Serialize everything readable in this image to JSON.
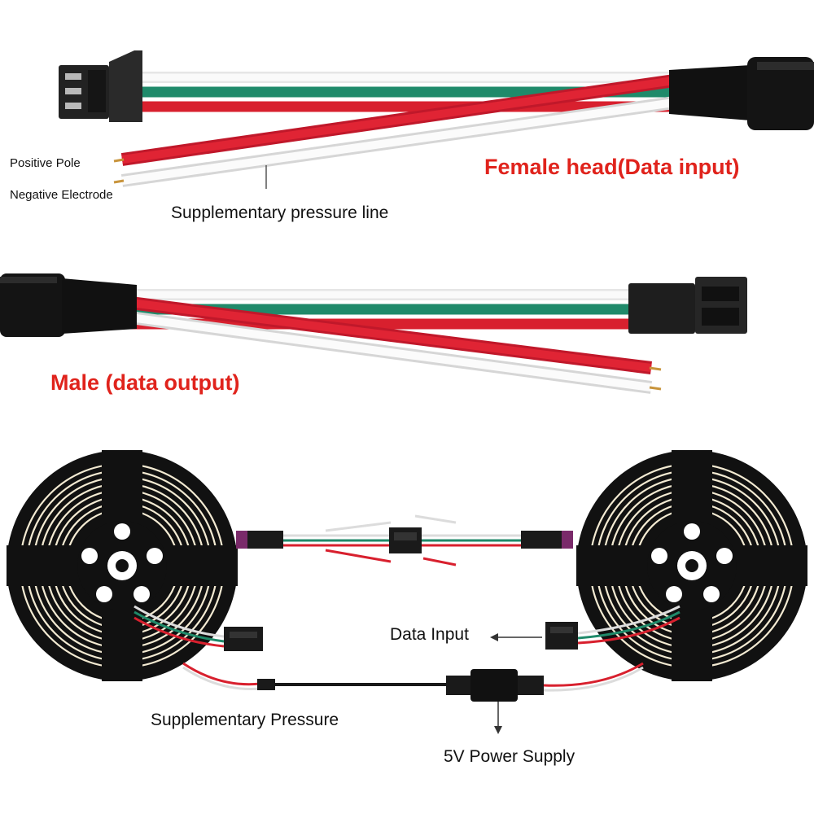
{
  "colors": {
    "wire_white": "#f2f2f2",
    "wire_green": "#1f8a6a",
    "wire_red": "#d8202e",
    "connector": "#1a1a1a",
    "label_red": "#e0231c",
    "reel_led": "#f3ead2"
  },
  "labels": {
    "positive_pole": "Positive Pole",
    "negative_electrode": "Negative Electrode",
    "supplementary_pressure_line": "Supplementary pressure line",
    "female_head": "Female head(Data input)",
    "male_head": "Male (data output)",
    "data_input": "Data Input",
    "supplementary_pressure": "Supplementary Pressure",
    "power_supply": "5V  Power Supply"
  },
  "icons": {
    "female_connector": "jst-sm-3pin-female-icon",
    "male_connector": "jst-sm-3pin-male-icon",
    "reel": "led-strip-reel-icon"
  }
}
